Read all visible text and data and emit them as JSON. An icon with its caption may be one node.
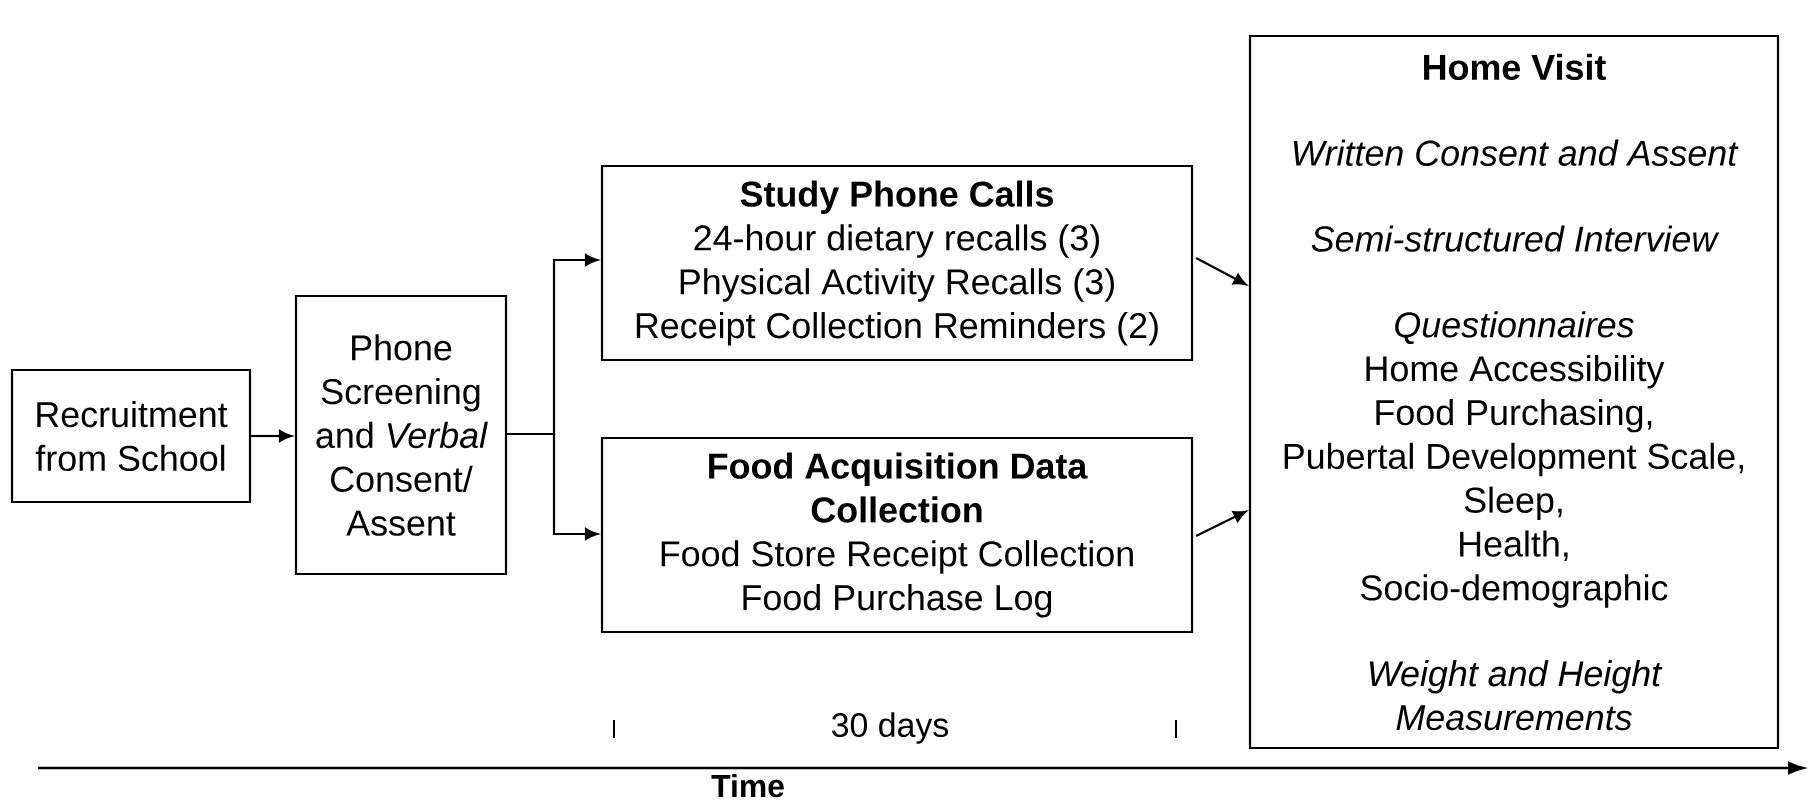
{
  "diagram": {
    "nodes": [
      {
        "text": [
          "Recruitment from School"
        ]
      },
      {
        "text": [
          "Phone Screening and *Verbal* Consent/ Assent"
        ]
      },
      {
        "text": [
          "Study Phone Calls",
          "24-hour dietary recalls (3)",
          "Physical Activity Recalls (3)",
          "Receipt Collection Reminders (2)"
        ]
      },
      {
        "text": [
          "Food Acquisition Data Collection",
          "Food Store Receipt Collection",
          "Food Purchase Log"
        ]
      },
      {
        "text": [
          "Home Visit",
          "Written Consent and Assent",
          "Semi-structured Interview",
          "Questionnaires",
          "Home Accessibility",
          "Food Purchasing,",
          "Pubertal Development Scale,",
          "Sleep,",
          "Health,",
          "Socio-demographic",
          "Weight and Height Measurements"
        ]
      }
    ],
    "edges": [
      {
        "from": 0,
        "to": 1,
        "arrow": "to"
      },
      {
        "from": 1,
        "to": 2,
        "arrow": "to"
      },
      {
        "from": 1,
        "to": 3,
        "arrow": "to"
      },
      {
        "from": 2,
        "to": 4,
        "arrow": "to"
      },
      {
        "from": 3,
        "to": 4,
        "arrow": "to"
      }
    ],
    "labels": [
      "30 days",
      "Time"
    ]
  }
}
